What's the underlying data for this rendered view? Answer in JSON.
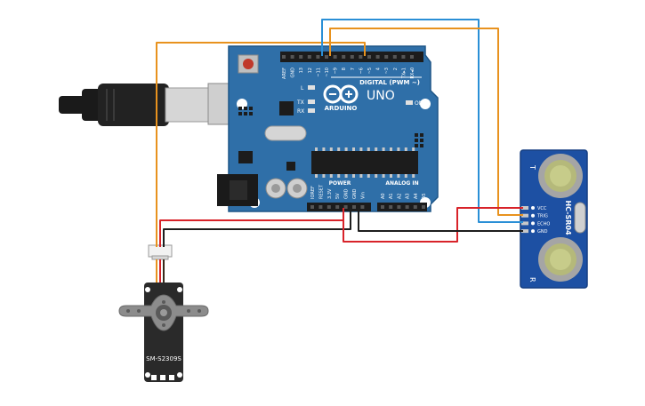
{
  "arduino": {
    "brand": "ARDUINO",
    "model": "UNO",
    "digital_header_label": "DIGITAL (PWM ~)",
    "power_label": "POWER",
    "analog_label": "ANALOG IN",
    "on_label": "ON",
    "led_labels": [
      "L",
      "TX",
      "RX"
    ],
    "digital_pins": [
      "AREF",
      "GND",
      "13",
      "12",
      "~11",
      "~10",
      "~9",
      "8",
      "7",
      "~6",
      "~5",
      "4",
      "~3",
      "2",
      "TX▸1",
      "RX◂0"
    ],
    "power_pins": [
      "IOREF",
      "RESET",
      "3.3V",
      "5V",
      "GND",
      "GND",
      "Vin"
    ],
    "analog_pins": [
      "A0",
      "A1",
      "A2",
      "A3",
      "A4",
      "A5"
    ]
  },
  "sensor": {
    "model": "HC-SR04",
    "pins": [
      "VCC",
      "TRIG",
      "ECHO",
      "GND"
    ],
    "marks": [
      "T",
      "R"
    ]
  },
  "servo": {
    "model": "SM-S2309S"
  },
  "wire_colors": {
    "orange": "#e8921e",
    "blue": "#2a8fd6",
    "red": "#d8232a",
    "black": "#1e1e1e"
  }
}
